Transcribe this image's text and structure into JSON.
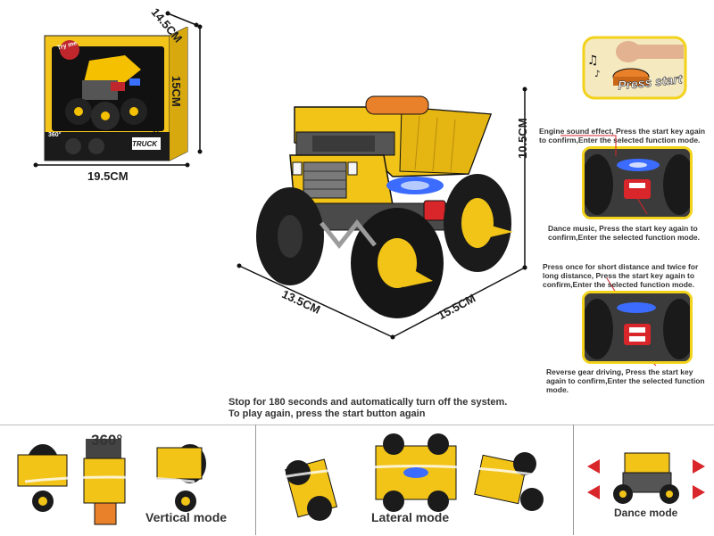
{
  "package": {
    "brand_label": "TRUCK",
    "try_me": "Try me",
    "age": "3+",
    "angle_badge": "360°",
    "dim_depth": "14.5CM",
    "dim_height": "15CM",
    "dim_width": "19.5CM"
  },
  "product": {
    "dim_height": "10.5CM",
    "dim_left": "13.5CM",
    "dim_right": "15.5CM"
  },
  "press_start": {
    "label": "Press start"
  },
  "functions": {
    "engine_sound": "Engine sound effect, Press the start key again to confirm,Enter the selected function mode.",
    "dance_music": "Dance music, Press the start key again to confirm,Enter the selected function mode.",
    "press_once": "Press once for short distance and twice for long distance, Press the start key again to confirm,Enter the selected function mode.",
    "reverse_gear": "Reverse gear driving, Press the start key again to confirm,Enter the selected function mode."
  },
  "notice": {
    "line1": "Stop for 180 seconds and automatically turn off the system.",
    "line2": "To play again, press the start button again"
  },
  "modes": {
    "angle": "360°",
    "vertical": "Vertical mode",
    "lateral": "Lateral mode",
    "dance": "Dance mode"
  },
  "colors": {
    "truck_yellow": "#f2c418",
    "tire_black": "#1b1b1b",
    "frame_yellow": "#f2d21b",
    "light_blue": "#3b6cff",
    "light_red": "#d8262b",
    "arrow_red": "#d8262b"
  }
}
